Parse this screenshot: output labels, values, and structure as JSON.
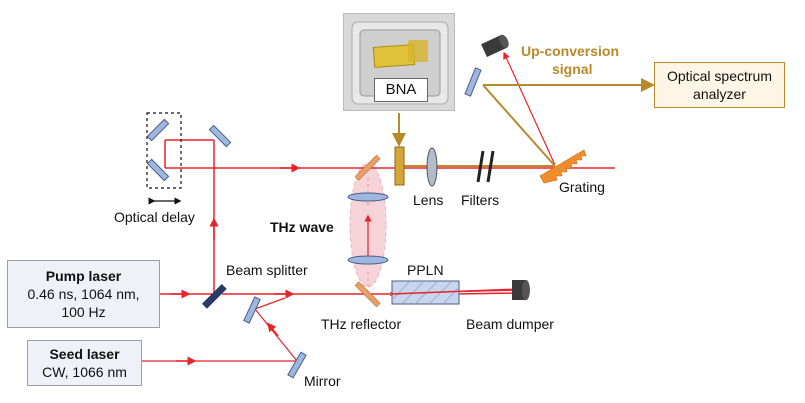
{
  "labels": {
    "optical_delay": "Optical delay",
    "beam_splitter": "Beam splitter",
    "thz_wave": "THz wave",
    "ppln": "PPLN",
    "thz_reflector": "THz reflector",
    "beam_dumper": "Beam dumper",
    "mirror": "Mirror",
    "lens": "Lens",
    "filters": "Filters",
    "grating": "Grating",
    "bna": "BNA",
    "up_conversion_line1": "Up-conversion",
    "up_conversion_line2": "signal"
  },
  "boxes": {
    "pump": {
      "title": "Pump laser",
      "line1": "0.46 ns, 1064 nm,",
      "line2": "100 Hz"
    },
    "seed": {
      "title": "Seed laser",
      "line1": "CW, 1066 nm"
    },
    "osa": {
      "line1": "Optical spectrum",
      "line2": "analyzer"
    }
  },
  "colors": {
    "beam_red": "#e8232a",
    "signal_gold": "#b8892a",
    "thz_pink": "#f4c9cf",
    "optic_blue": "#9fb7de",
    "optic_stroke": "#4a5f8a",
    "reflector_orange": "#e9a06a",
    "osa_fill": "#fdf6e6",
    "laser_box_fill": "#eef1f7"
  }
}
